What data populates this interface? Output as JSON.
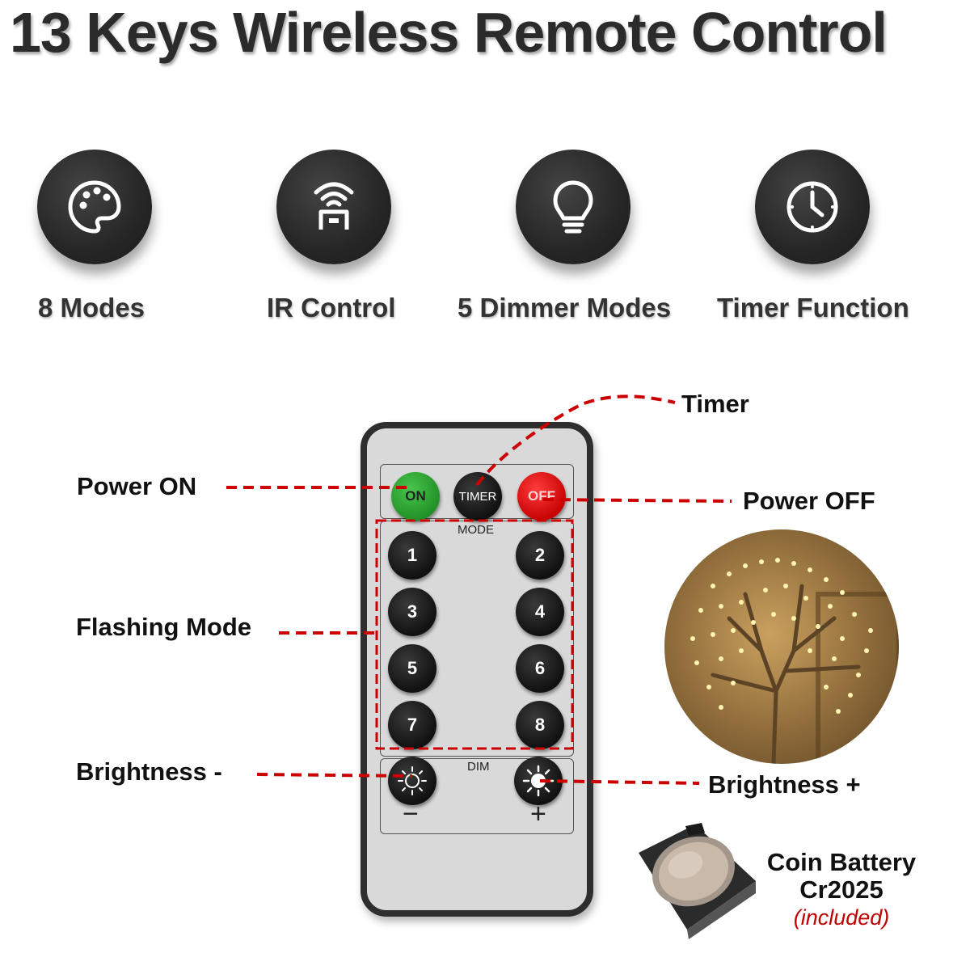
{
  "title": "13 Keys Wireless Remote Control",
  "features": [
    {
      "label": "8 Modes",
      "icon": "palette-icon"
    },
    {
      "label": "IR Control",
      "icon": "wireless-signal-icon"
    },
    {
      "label": "5 Dimmer Modes",
      "icon": "light-bulb-icon"
    },
    {
      "label": "Timer Function",
      "icon": "clock-icon"
    }
  ],
  "callouts": {
    "timer": "Timer",
    "power_on": "Power ON",
    "power_off": "Power OFF",
    "flashing_mode": "Flashing Mode",
    "brightness_minus": "Brightness -",
    "brightness_plus": "Brightness +"
  },
  "remote": {
    "on_label": "ON",
    "timer_label": "TIMER",
    "off_label": "OFF",
    "mode_label": "MODE",
    "dim_label": "DIM",
    "minus_sign": "−",
    "plus_sign": "+",
    "mode_buttons": [
      "1",
      "2",
      "3",
      "4",
      "5",
      "6",
      "7",
      "8"
    ]
  },
  "battery": {
    "line1": "Coin Battery",
    "line2": "Cr2025",
    "note": "(included)"
  },
  "colors": {
    "callout_line": "#cc0000",
    "on_button": "#2fa834",
    "off_button": "#e00000"
  }
}
